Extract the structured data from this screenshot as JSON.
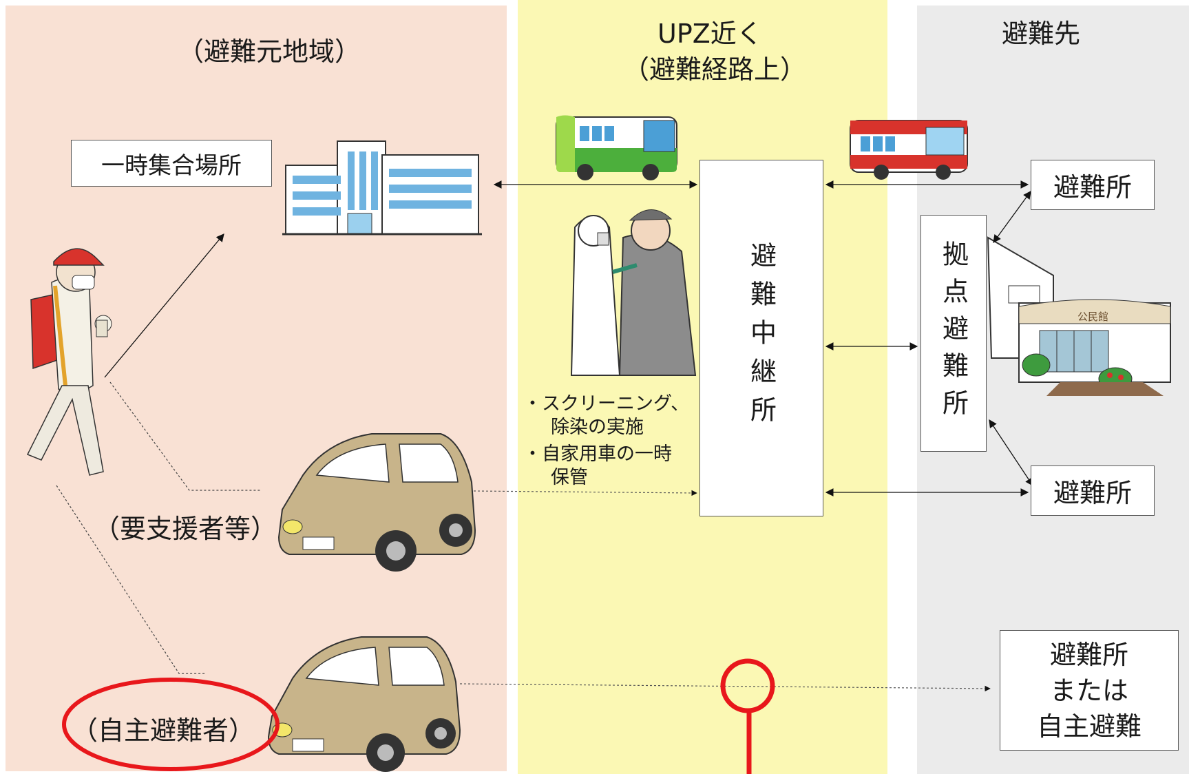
{
  "columns": {
    "origin_header": "（避難元地域）",
    "route_header_line1": "UPZ近く",
    "route_header_line2": "（避難経路上）",
    "destination_header": "避難先"
  },
  "boxes": {
    "temporary_assembly": "一時集合場所",
    "relay_station": "避難中継所",
    "base_shelter": "拠点避難所",
    "shelter_top": "避難所",
    "shelter_bottom": "避難所",
    "final_line1": "避難所",
    "final_line2": "または",
    "final_line3": "自主避難"
  },
  "notes": {
    "screening_line1": "・スクリーニング、",
    "screening_line2": "除染の実施",
    "parking_line1": "・自家用車の一時",
    "parking_line2": "保管"
  },
  "labels": {
    "support_needed": "（要支援者等）",
    "voluntary": "（自主避難者）",
    "community_hall_sign": "公民館"
  },
  "colors": {
    "origin_bg": "#f9e1d4",
    "route_bg": "#fbf8b4",
    "destination_bg": "#ebebeb",
    "highlight": "#e8171b"
  }
}
